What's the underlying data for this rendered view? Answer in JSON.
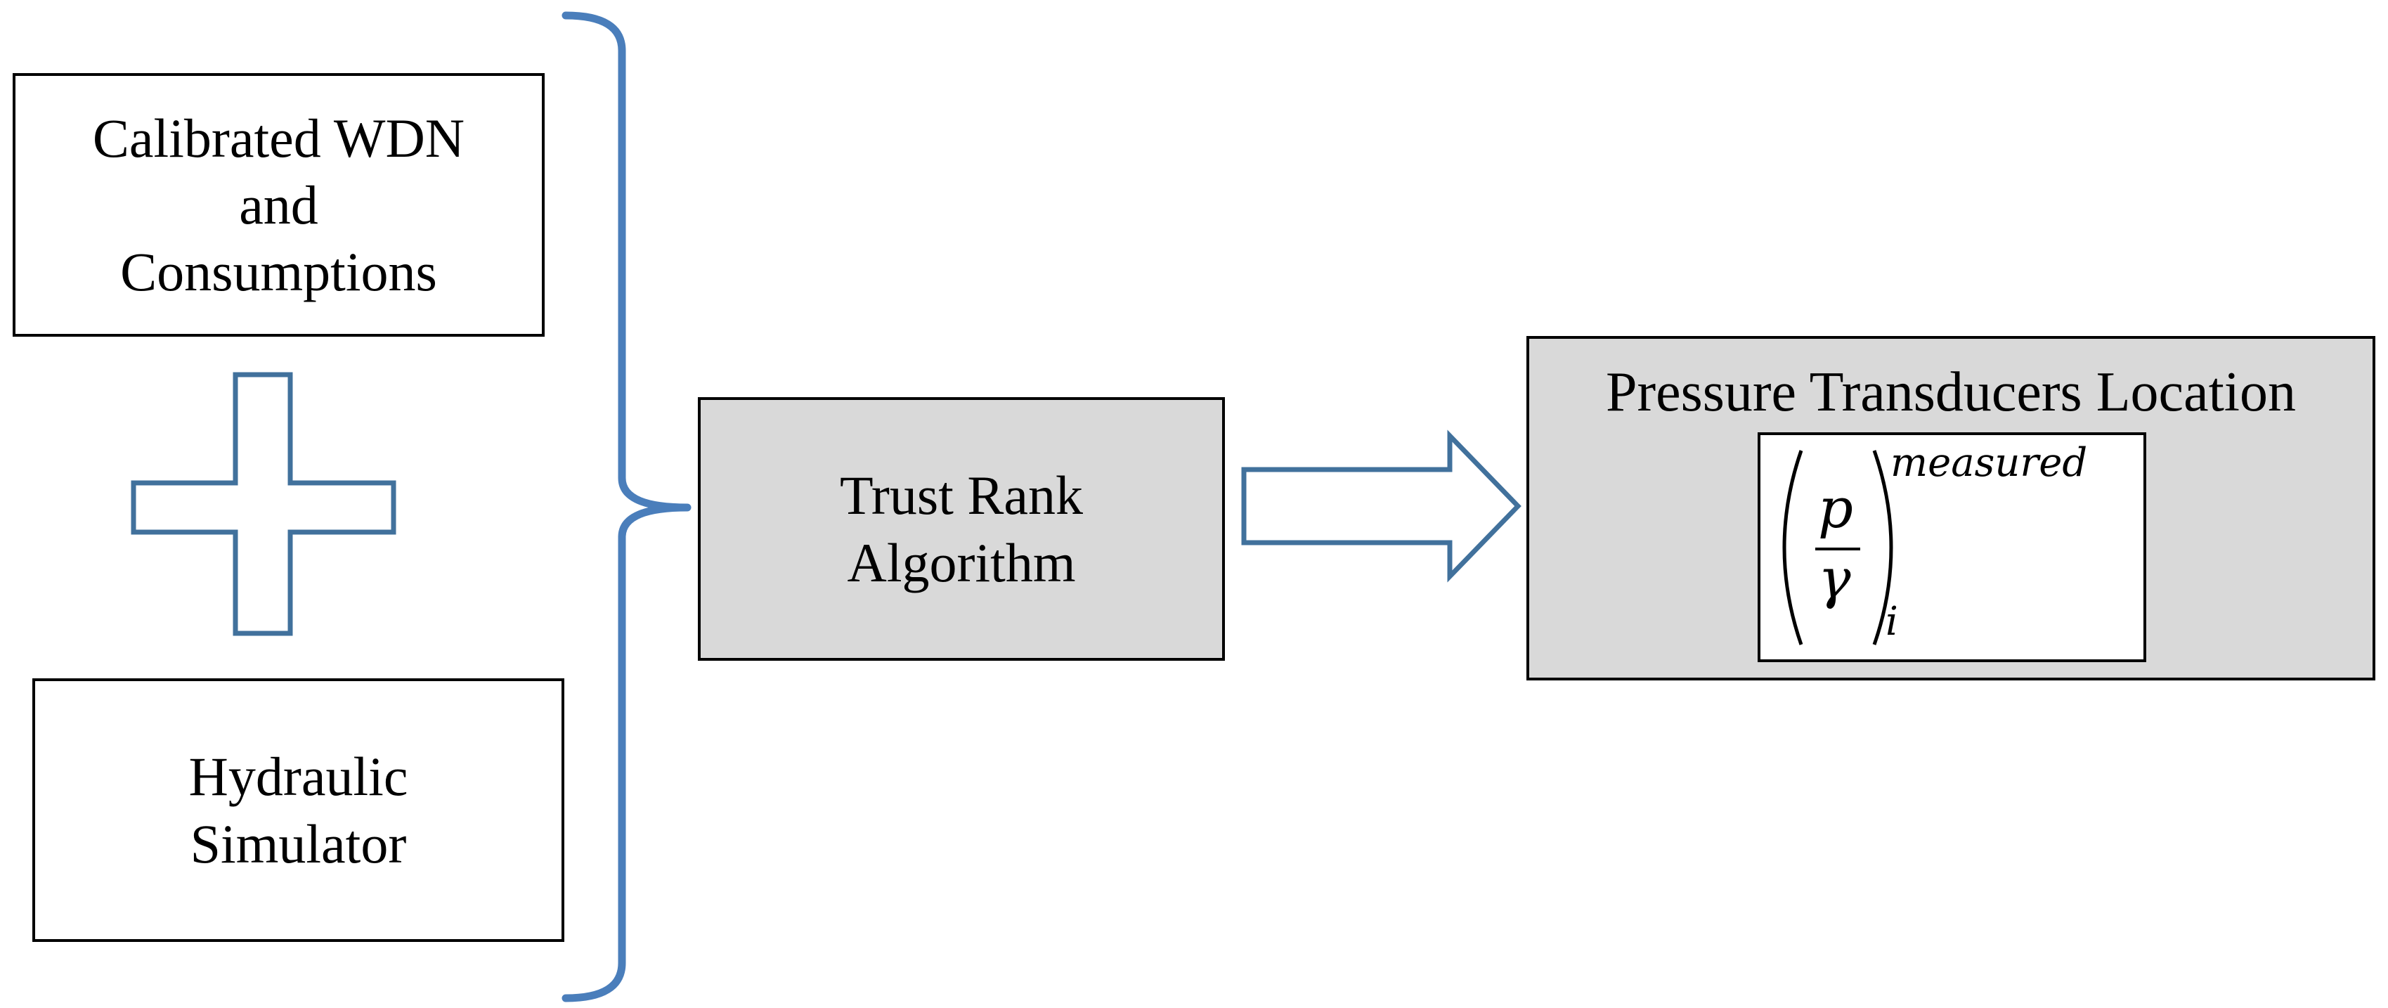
{
  "boxes": {
    "wdn": {
      "lines": [
        "Calibrated WDN",
        "and",
        "Consumptions"
      ]
    },
    "simulator": {
      "lines": [
        "Hydraulic",
        "Simulator"
      ]
    },
    "trust_rank": {
      "lines": [
        "Trust Rank",
        "Algorithm"
      ]
    },
    "output": {
      "title": "Pressure Transducers Location",
      "formula": {
        "numerator": "p",
        "denominator": "γ",
        "superscript": "measured",
        "subscript": "i"
      }
    }
  },
  "colors": {
    "outline_blue": "#41719c",
    "brace_blue": "#4a7ebb",
    "gray_fill": "#d9d9d9"
  }
}
